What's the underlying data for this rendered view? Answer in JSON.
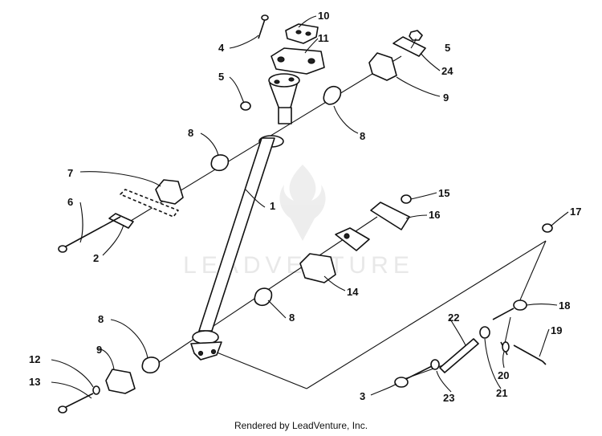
{
  "watermark": {
    "text": "LEADVENTURE"
  },
  "credit": "Rendered by LeadVenture, Inc.",
  "callouts": [
    {
      "id": "c1",
      "label": "1"
    },
    {
      "id": "c2",
      "label": "2"
    },
    {
      "id": "c3",
      "label": "3"
    },
    {
      "id": "c4",
      "label": "4"
    },
    {
      "id": "c5a",
      "label": "5"
    },
    {
      "id": "c5b",
      "label": "5"
    },
    {
      "id": "c6",
      "label": "6"
    },
    {
      "id": "c7",
      "label": "7"
    },
    {
      "id": "c8a",
      "label": "8"
    },
    {
      "id": "c8b",
      "label": "8"
    },
    {
      "id": "c8c",
      "label": "8"
    },
    {
      "id": "c8d",
      "label": "8"
    },
    {
      "id": "c9a",
      "label": "9"
    },
    {
      "id": "c9b",
      "label": "9"
    },
    {
      "id": "c10",
      "label": "10"
    },
    {
      "id": "c11",
      "label": "11"
    },
    {
      "id": "c12",
      "label": "12"
    },
    {
      "id": "c13",
      "label": "13"
    },
    {
      "id": "c14",
      "label": "14"
    },
    {
      "id": "c15",
      "label": "15"
    },
    {
      "id": "c16",
      "label": "16"
    },
    {
      "id": "c17",
      "label": "17"
    },
    {
      "id": "c18",
      "label": "18"
    },
    {
      "id": "c19",
      "label": "19"
    },
    {
      "id": "c20",
      "label": "20"
    },
    {
      "id": "c21",
      "label": "21"
    },
    {
      "id": "c22",
      "label": "22"
    },
    {
      "id": "c23",
      "label": "23"
    },
    {
      "id": "c24",
      "label": "24"
    }
  ]
}
